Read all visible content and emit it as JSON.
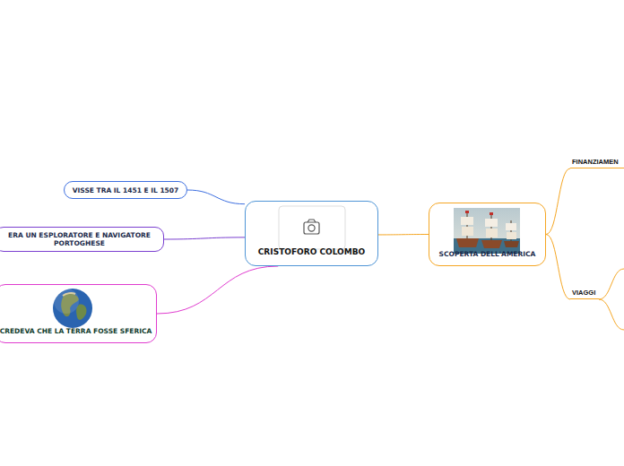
{
  "diagram": {
    "nodes": [
      {
        "text": [
          "CRISTOFORO COLOMBO"
        ]
      },
      {
        "text": [
          "VISSE TRA IL 1451 E IL 1507"
        ]
      },
      {
        "text": [
          "ERA UN ESPLORATORE E NAVIGATORE PORTOGHESE"
        ]
      },
      {
        "text": [
          "CREDEVA CHE LA TERRA FOSSE SFERICA"
        ]
      },
      {
        "text": [
          "SCOPERTA DELL'AMERICA"
        ]
      },
      {
        "text": [
          "FINANZIAMEN"
        ]
      },
      {
        "text": [
          "VIAGGI"
        ]
      }
    ],
    "edges": [
      {
        "from": 0,
        "to": 1,
        "arrow": "none"
      },
      {
        "from": 0,
        "to": 2,
        "arrow": "none"
      },
      {
        "from": 0,
        "to": 3,
        "arrow": "none"
      },
      {
        "from": 0,
        "to": 4,
        "arrow": "none"
      },
      {
        "from": 4,
        "to": 5,
        "arrow": "none"
      },
      {
        "from": 4,
        "to": 6,
        "arrow": "none"
      }
    ]
  }
}
